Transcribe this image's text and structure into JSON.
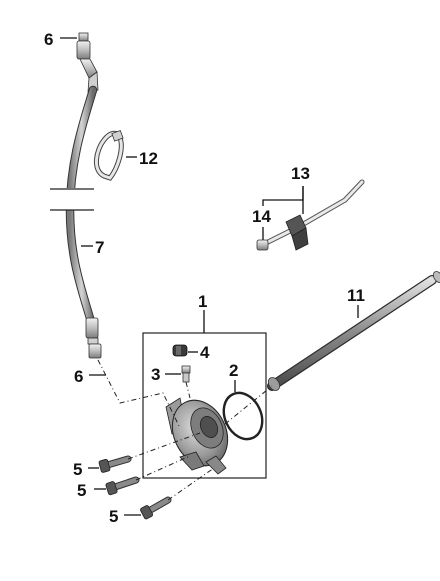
{
  "callouts": {
    "c1": "1",
    "c2": "2",
    "c3": "3",
    "c4": "4",
    "c5a": "5",
    "c5b": "5",
    "c5c": "5",
    "c6a": "6",
    "c6b": "6",
    "c7": "7",
    "c11": "11",
    "c12": "12",
    "c13": "13",
    "c14": "14"
  },
  "colors": {
    "part_light": "#e8e8e8",
    "part_mid": "#b8b8b8",
    "part_dark": "#6e6e6e",
    "outline": "#333333",
    "callout": "#111111"
  }
}
